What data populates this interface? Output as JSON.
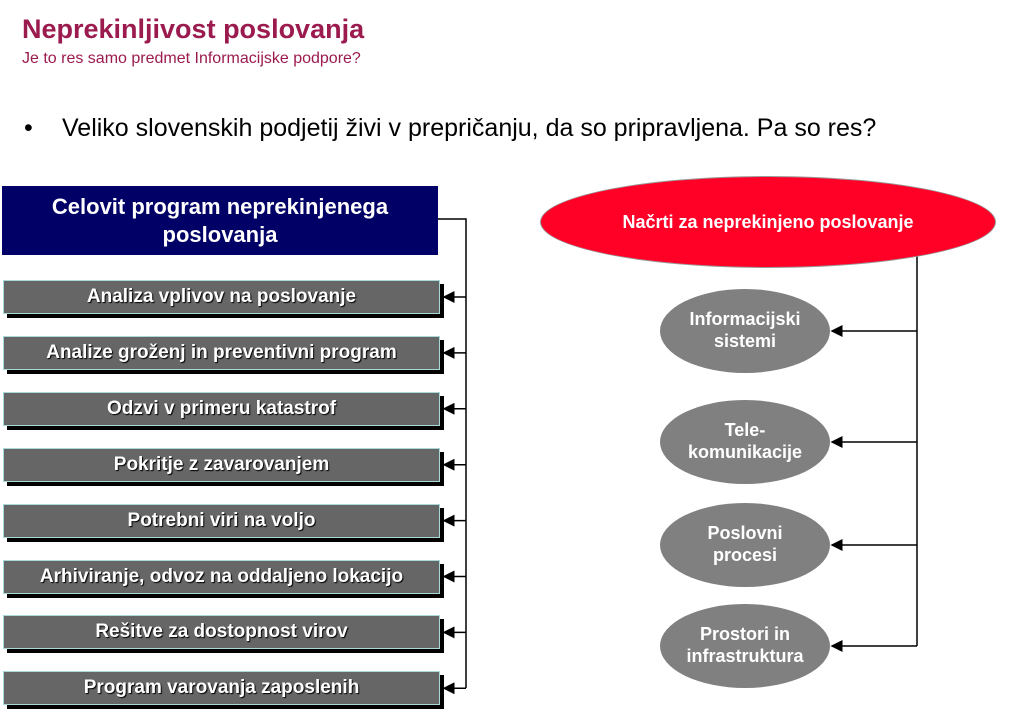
{
  "title": "Neprekinljivost poslovanja",
  "subtitle": "Je to res samo predmet Informacijske podpore?",
  "bullet": {
    "symbol": "•",
    "text": "Veliko slovenskih podjetij živi v prepričanju, da so pripravljena. Pa so res?"
  },
  "program": {
    "title": "Celovit program neprekinjenega poslovanja",
    "items": [
      "Analiza vplivov na poslovanje",
      "Analize groženj in preventivni program",
      "Odzvi v primeru katastrof",
      "Pokritje z zavarovanjem",
      "Potrebni viri na voljo",
      "Arhiviranje, odvoz na oddaljeno lokacijo",
      "Rešitve za dostopnost virov",
      "Program varovanja zaposlenih"
    ]
  },
  "plans": {
    "title": "Načrti za neprekinjeno poslovanje",
    "items": [
      [
        "Informacijski",
        "sistemi"
      ],
      [
        "Tele-",
        "komunikacije"
      ],
      [
        "Poslovni",
        "procesi"
      ],
      [
        "Prostori in",
        "infrastruktura"
      ]
    ]
  },
  "colors": {
    "title": "#9b1b4f",
    "navy": "#000066",
    "red": "#ff0026",
    "gray": "#808080"
  }
}
